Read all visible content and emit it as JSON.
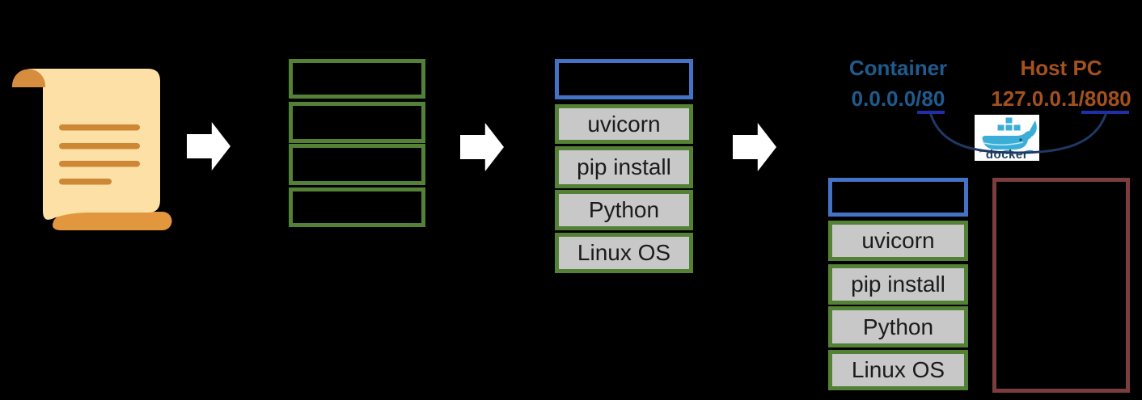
{
  "stacks": {
    "commands": {
      "box_count": 4
    },
    "image": {
      "layers": [
        "uvicorn",
        "pip install",
        "Python",
        "Linux OS"
      ]
    },
    "container": {
      "layers": [
        "uvicorn",
        "pip install",
        "Python",
        "Linux OS"
      ]
    }
  },
  "network": {
    "container_label": "Container",
    "container_address": "0.0.0.0/80",
    "host_label": "Host PC",
    "host_address": "127.0.0.1/8080",
    "docker_wordmark": "docker"
  },
  "colors": {
    "background": "#000000",
    "green_border": "#538135",
    "layer_fill": "#C8C8C8",
    "layer_text": "#1B1B1B",
    "blue_border": "#4472C4",
    "maroon_border": "#7B3D3D",
    "arrow": "#FFFFFF",
    "container_text": "#1F5B8E",
    "host_text": "#A4511D",
    "port_underline": "#1E2FA8",
    "mapping_curve": "#1F3864",
    "whale_blue": "#3BAED8",
    "docker_wordmark_text": "#1E3F58",
    "scroll_body": "#FCE0A6",
    "scroll_accent": "#D78D3E"
  }
}
